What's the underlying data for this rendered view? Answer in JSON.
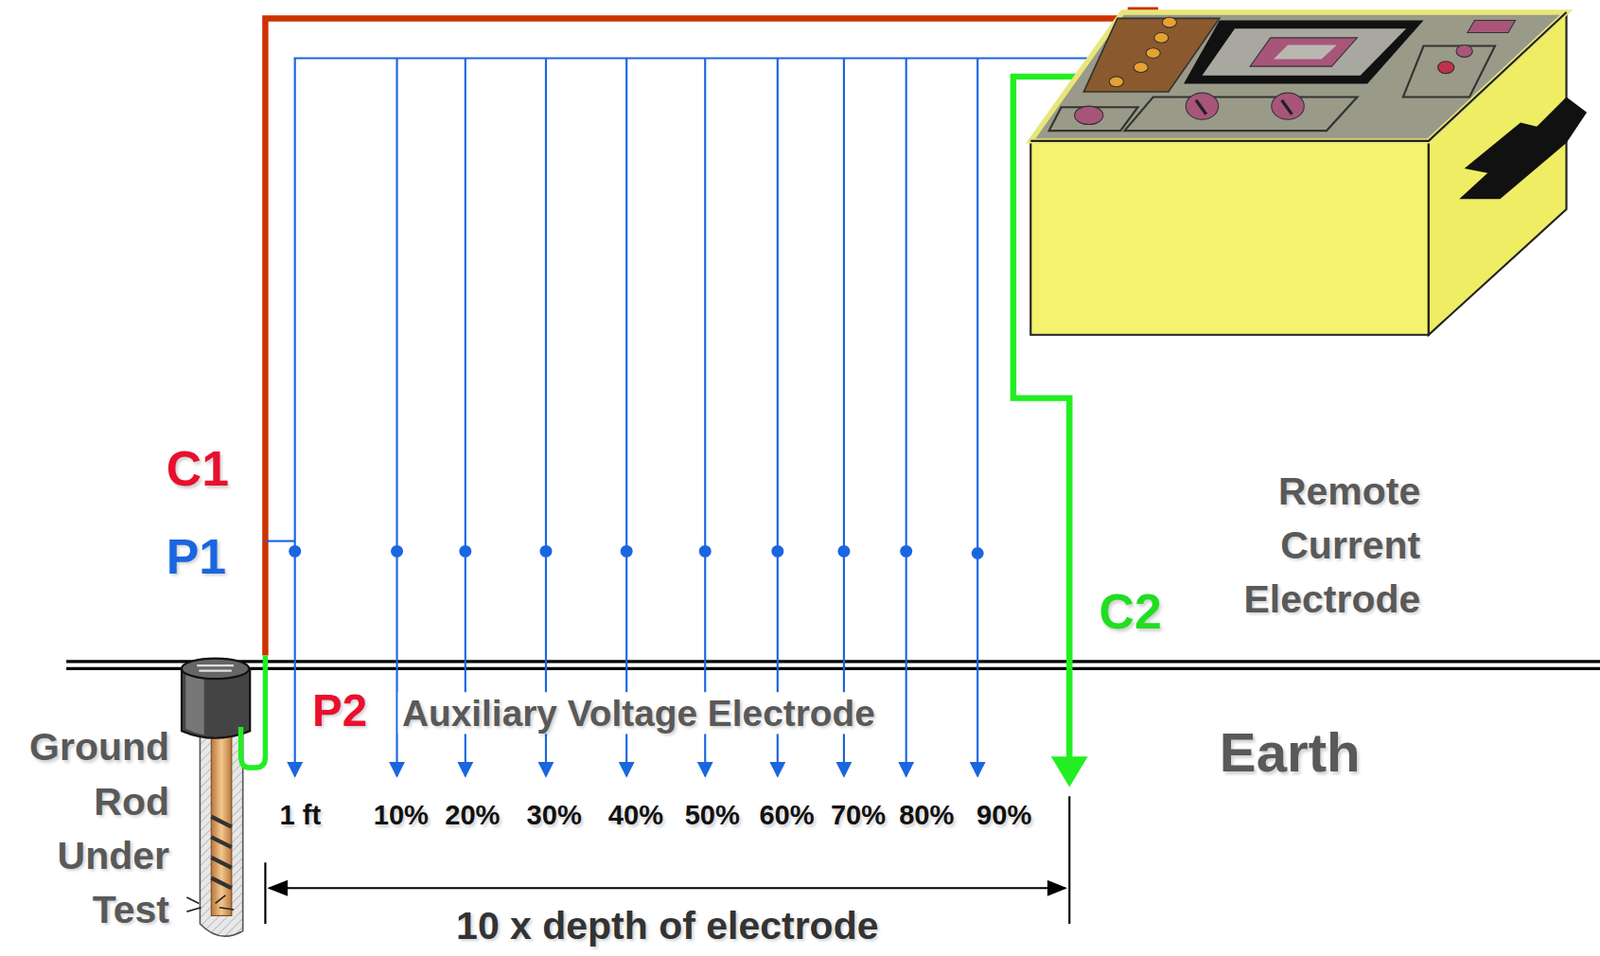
{
  "diagram": {
    "labels": [
      "C1",
      "P1",
      "Remote Current Electrode",
      "C2",
      "P2",
      "Auxiliary Voltage Electrode",
      "Earth",
      "Ground Rod Under Test",
      "1 ft",
      "10%",
      "20%",
      "30%",
      "40%",
      "50%",
      "60%",
      "70%",
      "80%",
      "90%",
      "10 x depth of electrode"
    ]
  }
}
